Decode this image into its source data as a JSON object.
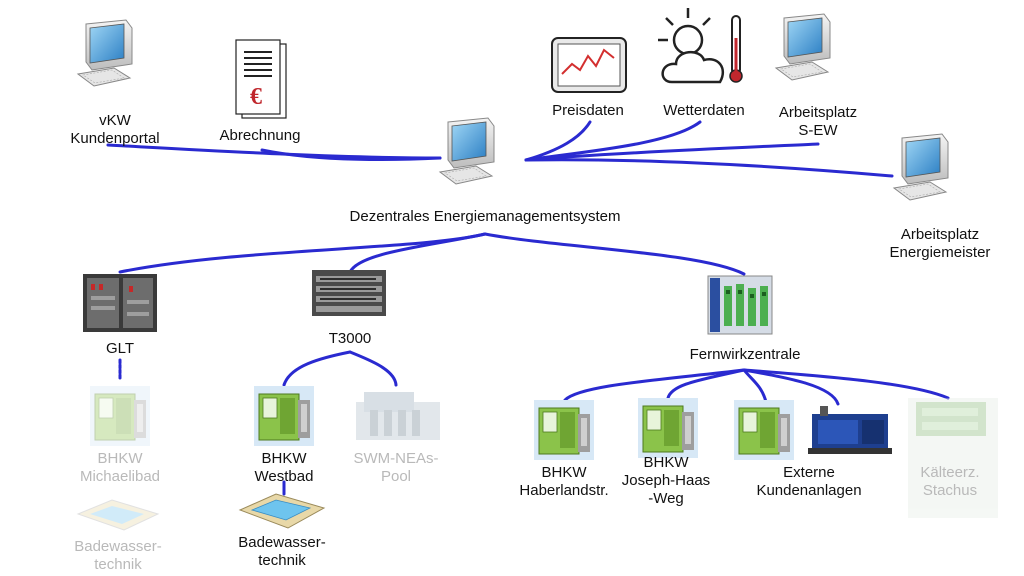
{
  "diagram": {
    "center": {
      "label": "Dezentrales Energiemanagementsystem",
      "icon": "computer-icon"
    },
    "top_nodes": [
      {
        "id": "vkw",
        "label_lines": [
          "vKW",
          "Kundenportal"
        ],
        "icon": "computer-icon"
      },
      {
        "id": "abrechnung",
        "label_lines": [
          "Abrechnung"
        ],
        "icon": "invoice-euro-icon"
      },
      {
        "id": "preisdaten",
        "label_lines": [
          "Preisdaten"
        ],
        "icon": "price-chart-icon"
      },
      {
        "id": "wetterdaten",
        "label_lines": [
          "Wetterdaten"
        ],
        "icon": "weather-icon"
      },
      {
        "id": "arbeitsplatz-sew",
        "label_lines": [
          "Arbeitsplatz",
          "S-EW"
        ],
        "icon": "computer-icon"
      },
      {
        "id": "arbeitsplatz-em",
        "label_lines": [
          "Arbeitsplatz",
          "Energiemeister"
        ],
        "icon": "computer-icon"
      }
    ],
    "mid_nodes": [
      {
        "id": "glt",
        "label": "GLT",
        "icon": "cabinet-icon"
      },
      {
        "id": "t3000",
        "label": "T3000",
        "icon": "server-rack-icon"
      },
      {
        "id": "fernwirk",
        "label": "Fernwirkzentrale",
        "icon": "control-module-icon"
      }
    ],
    "bottom_nodes": [
      {
        "id": "bhkw-michaelibad",
        "label_lines": [
          "BHKW",
          "Michaelibad"
        ],
        "faded": true,
        "icon": "chp-unit-icon"
      },
      {
        "id": "badewasser-1",
        "label_lines": [
          "Badewasser-",
          "technik"
        ],
        "faded": true,
        "icon": "pool-icon"
      },
      {
        "id": "bhkw-westbad",
        "label_lines": [
          "BHKW",
          "Westbad"
        ],
        "faded": false,
        "icon": "chp-unit-icon"
      },
      {
        "id": "badewasser-2",
        "label_lines": [
          "Badewasser-",
          "technik"
        ],
        "faded": false,
        "icon": "pool-icon"
      },
      {
        "id": "swm-neas",
        "label_lines": [
          "SWM-NEAs-",
          "Pool"
        ],
        "faded": true,
        "icon": "engine-icon"
      },
      {
        "id": "bhkw-haberland",
        "label_lines": [
          "BHKW",
          "Haberlandstr."
        ],
        "faded": false,
        "icon": "chp-unit-icon"
      },
      {
        "id": "bhkw-joseph",
        "label_lines": [
          "BHKW",
          "Joseph-Haas",
          "-Weg"
        ],
        "faded": false,
        "icon": "chp-unit-icon"
      },
      {
        "id": "externe",
        "label_lines": [
          "Externe",
          "Kundenanlagen"
        ],
        "faded": false,
        "icon": "generator-icon"
      },
      {
        "id": "kaelteerz",
        "label_lines": [
          "Kälteerz.",
          "Stachus"
        ],
        "faded": true,
        "icon": "chiller-icon"
      }
    ],
    "colors": {
      "line": "#2a2ad0",
      "faded_text": "#b9b9b9",
      "text": "#111111",
      "chp_green": "#8bc34a",
      "panel_blue": "#c9ddf0"
    }
  }
}
